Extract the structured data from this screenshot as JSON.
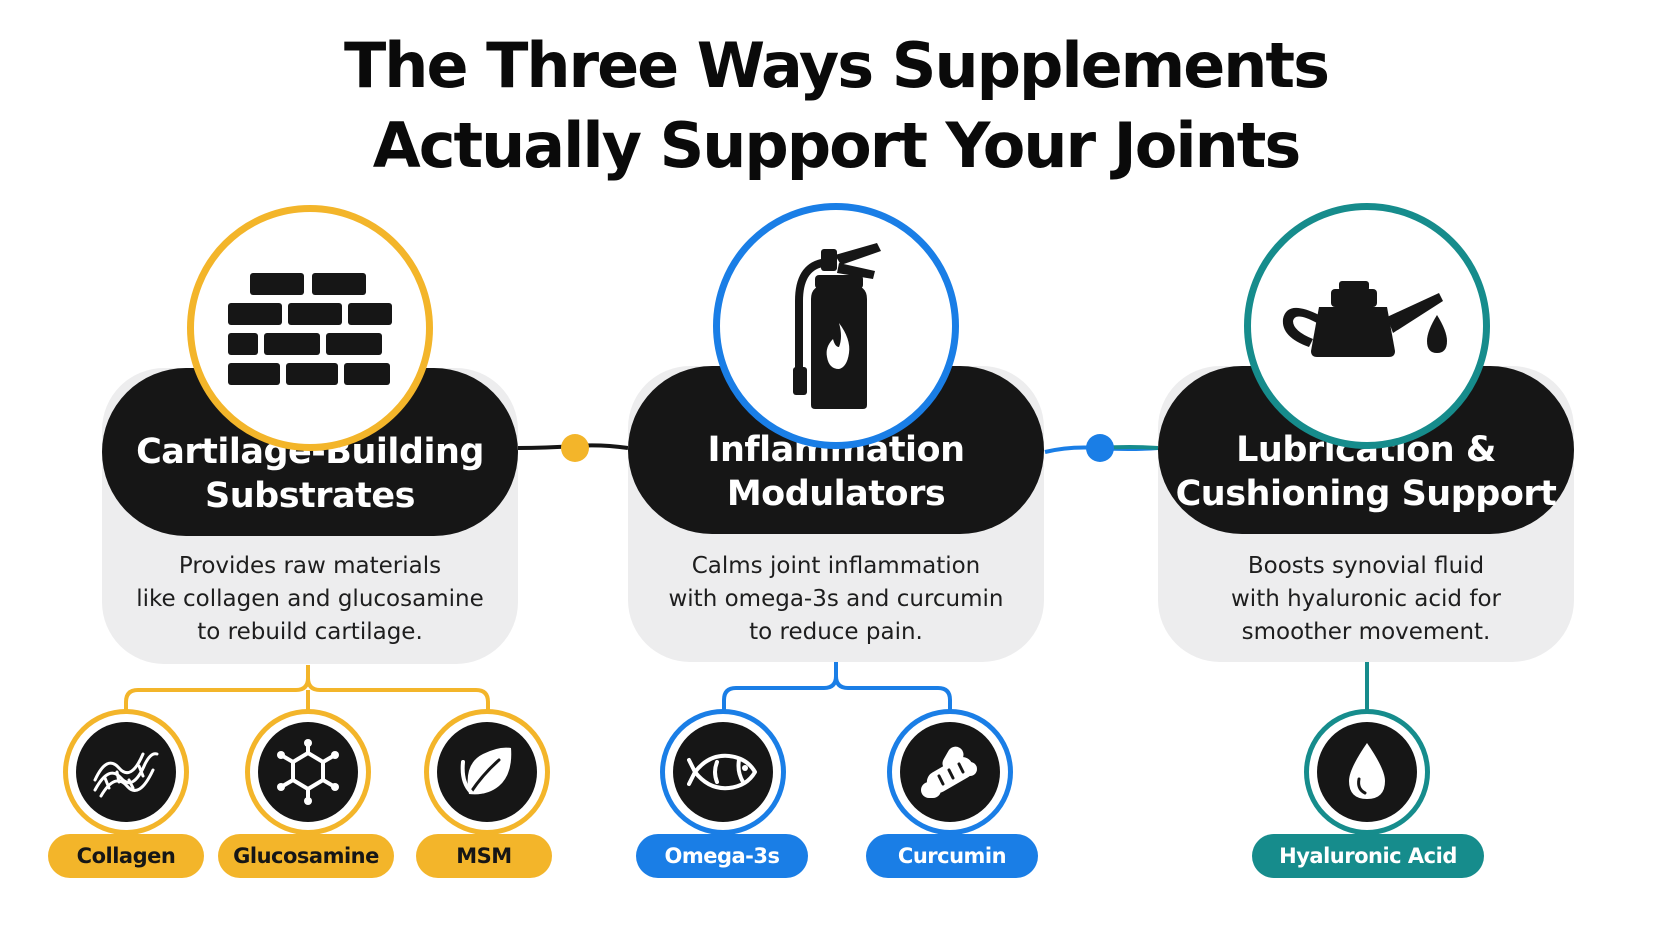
{
  "title": {
    "line1": "The Three Ways Supplements",
    "line2": "Actually Support Your Joints"
  },
  "colors": {
    "yellow": "#f3b52a",
    "blue": "#1a7ee6",
    "teal": "#168c8c",
    "dark": "#161616",
    "card_bg": "#ededee"
  },
  "cards": [
    {
      "icon": "brick-wall-icon",
      "title_line1": "Cartilage-Building",
      "title_line2": "Substrates",
      "desc_line1": "Provides raw materials",
      "desc_line2": "like collagen and glucosamine",
      "desc_line3": "to rebuild cartilage."
    },
    {
      "icon": "fire-extinguisher-icon",
      "title_line1": "Inflammation",
      "title_line2": "Modulators",
      "desc_line1": "Calms joint inflammation",
      "desc_line2": "with omega-3s and curcumin",
      "desc_line3": "to reduce pain."
    },
    {
      "icon": "oil-can-icon",
      "title_line1": "Lubrication &",
      "title_line2": "Cushioning Support",
      "desc_line1": "Boosts synovial fluid",
      "desc_line2": "with hyaluronic acid for",
      "desc_line3": "smoother movement."
    }
  ],
  "supplements": [
    {
      "label": "Collagen",
      "icon": "collagen-helix-icon"
    },
    {
      "label": "Glucosamine",
      "icon": "molecule-icon"
    },
    {
      "label": "MSM",
      "icon": "leaf-icon"
    },
    {
      "label": "Omega-3s",
      "icon": "fish-icon"
    },
    {
      "label": "Curcumin",
      "icon": "turmeric-root-icon"
    },
    {
      "label": "Hyaluronic Acid",
      "icon": "droplet-icon"
    }
  ]
}
